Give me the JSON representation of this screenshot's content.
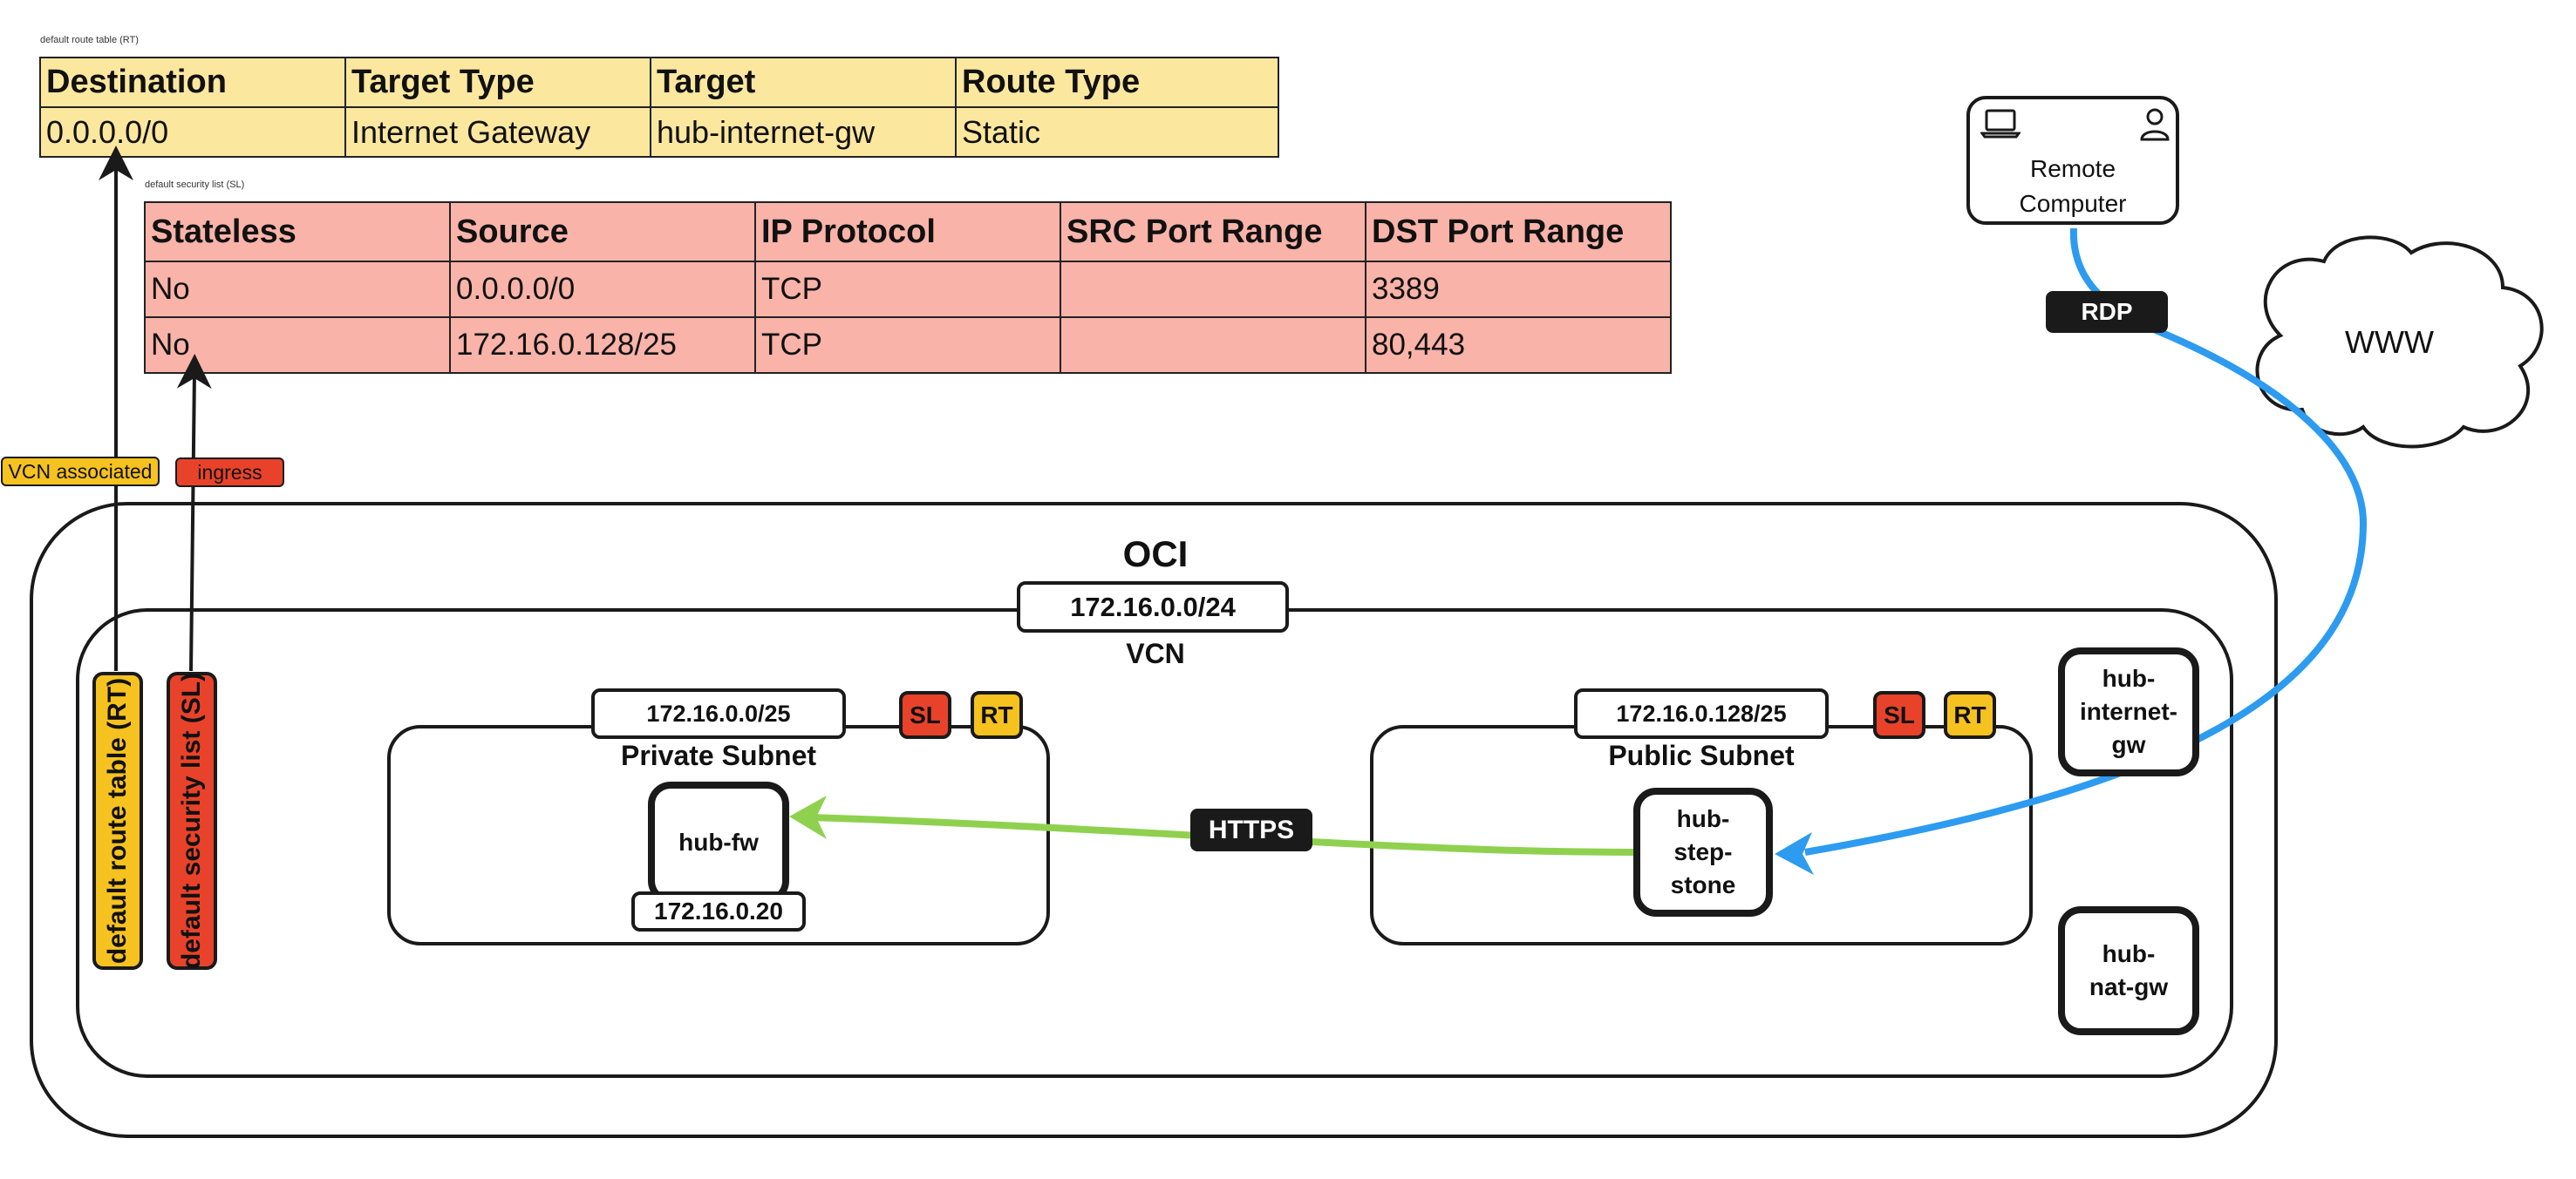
{
  "route_table": {
    "caption": "default route table (RT)",
    "headers": [
      "Destination",
      "Target Type",
      "Target",
      "Route Type"
    ],
    "rows": [
      [
        "0.0.0.0/0",
        "Internet Gateway",
        "hub-internet-gw",
        "Static"
      ]
    ]
  },
  "security_list": {
    "caption": "default security list (SL)",
    "headers": [
      "Stateless",
      "Source",
      "IP Protocol",
      "SRC Port Range",
      "DST Port Range"
    ],
    "rows": [
      [
        "No",
        "0.0.0.0/0",
        "TCP",
        "",
        "3389"
      ],
      [
        "No",
        "172.16.0.128/25",
        "TCP",
        "",
        "80,443"
      ]
    ]
  },
  "tags": {
    "vcn_associated": "VCN associated",
    "ingress": "ingress"
  },
  "oci": {
    "title": "OCI",
    "vcn_cidr": "172.16.0.0/24",
    "vcn_label": "VCN"
  },
  "vertical_labels": {
    "route_table": "default route table (RT)",
    "security_list": "default security list (SL)"
  },
  "private_subnet": {
    "cidr": "172.16.0.0/25",
    "label": "Private Subnet",
    "sl": "SL",
    "rt": "RT",
    "node": "hub-fw",
    "node_ip": "172.16.0.20"
  },
  "public_subnet": {
    "cidr": "172.16.0.128/25",
    "label": "Public Subnet",
    "sl": "SL",
    "rt": "RT",
    "node": "hub-step-stone"
  },
  "gateways": {
    "internet": "hub-internet-gw",
    "nat": "hub-nat-gw"
  },
  "remote": {
    "label_line1": "Remote",
    "label_line2": "Computer",
    "laptop_icon": "laptop-icon",
    "user_icon": "user-icon"
  },
  "cloud_label": "WWW",
  "flows": {
    "https": "HTTPS",
    "rdp": "RDP"
  },
  "colors": {
    "route_table": "#fce79f",
    "security_list": "#f9b3a8",
    "rt_badge": "#f6c21f",
    "sl_badge": "#e8432a",
    "https_arrow": "#8fd14f",
    "rdp_arrow": "#2d9bf0",
    "line": "#1a1a1a"
  }
}
